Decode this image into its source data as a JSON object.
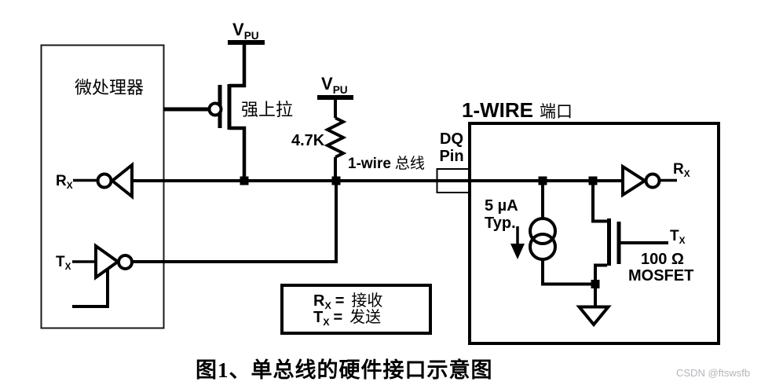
{
  "caption": {
    "text": "图1、单总线的硬件接口示意图"
  },
  "watermark": {
    "text": "CSDN @ftswsfb",
    "color": "#b3b5b8"
  },
  "colors": {
    "line": "#000000",
    "micro_box_border": "#1a1a1a",
    "background": "#ffffff"
  },
  "microprocessor": {
    "title": "微处理器",
    "rx": {
      "main": "R",
      "sub": "X"
    },
    "tx": {
      "main": "T",
      "sub": "X"
    }
  },
  "strong_pullup": {
    "vpu": {
      "main": "V",
      "sub": "PU"
    },
    "label": "强上拉"
  },
  "pullup_resistor": {
    "vpu": {
      "main": "V",
      "sub": "PU"
    },
    "value": "4.7K"
  },
  "bus": {
    "label_en": "1-wire",
    "label_cn": "总线"
  },
  "dq_pin": {
    "line1": "DQ",
    "line2": "Pin"
  },
  "onewire_port": {
    "title_en": "1-WIRE",
    "title_cn": "端口",
    "current_source": {
      "line1": "5 µA",
      "line2": "Typ."
    },
    "rx": {
      "main": "R",
      "sub": "X"
    },
    "tx": {
      "main": "T",
      "sub": "X"
    },
    "mosfet_value": "100 Ω",
    "mosfet_label": "MOSFET"
  },
  "legend": {
    "rows": [
      {
        "sig_main": "R",
        "sig_sub": "X",
        "eq": "=",
        "label": "接收"
      },
      {
        "sig_main": "T",
        "sig_sub": "X",
        "eq": "=",
        "label": "发送"
      }
    ]
  }
}
